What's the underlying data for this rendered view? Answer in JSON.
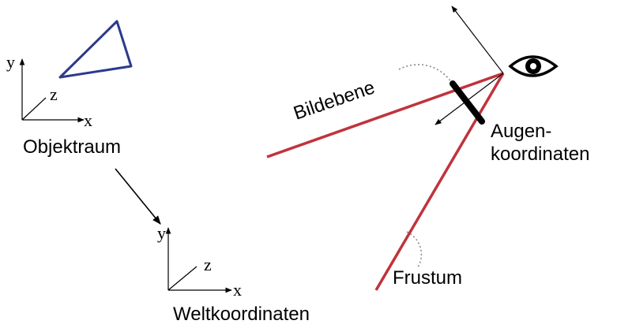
{
  "object_space": {
    "label": "Objektraum",
    "axis_y": "y",
    "axis_z": "z",
    "axis_x": "x"
  },
  "world_space": {
    "label": "Weltkoordinaten",
    "axis_y": "y",
    "axis_z": "z",
    "axis_x": "x"
  },
  "camera": {
    "image_plane_label": "Bildebene",
    "eye_coords_label_line1": "Augen-",
    "eye_coords_label_line2": "koordinaten",
    "frustum_label": "Frustum",
    "eye_icon": "eye-icon"
  },
  "colors": {
    "triangle": "#2b3a8f",
    "frustum": "#c0333c",
    "ink": "#000000",
    "dotted": "#888888"
  }
}
